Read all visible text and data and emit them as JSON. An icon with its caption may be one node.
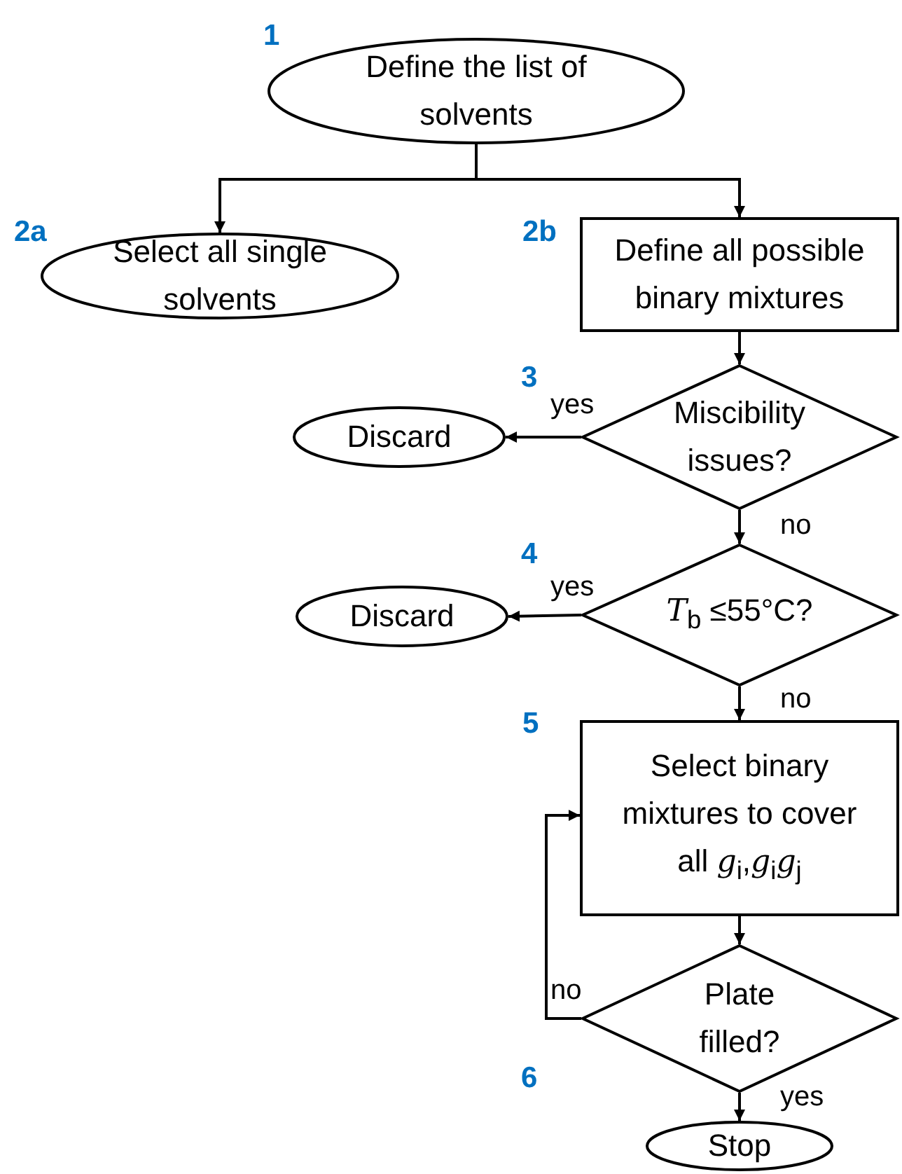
{
  "diagram": {
    "nodes": [
      {
        "text": [
          "Define the list of solvents"
        ]
      },
      {
        "text": [
          "Select all single solvents"
        ]
      },
      {
        "text": [
          "Define all possible binary mixtures"
        ]
      },
      {
        "text": [
          "Miscibility issues?"
        ]
      },
      {
        "text": [
          "Discard"
        ]
      },
      {
        "text": [
          "*T*$_{b}$ ≤55°C?"
        ]
      },
      {
        "text": [
          "Discard"
        ]
      },
      {
        "text": [
          "Select binary mixtures to cover all *g*$_{i}$,*g*$_{i}$*g*$_{j}$"
        ]
      },
      {
        "text": [
          "Plate filled?"
        ]
      },
      {
        "text": [
          "Stop"
        ]
      }
    ],
    "edges": [
      {
        "from": 0,
        "to": 1,
        "arrow": "to"
      },
      {
        "from": 0,
        "to": 2,
        "arrow": "to"
      },
      {
        "from": 2,
        "to": 3,
        "arrow": "to"
      },
      {
        "from": 3,
        "to": 4,
        "arrow": "to",
        "label": "yes"
      },
      {
        "from": 3,
        "to": 5,
        "arrow": "to",
        "label": "no"
      },
      {
        "from": 5,
        "to": 6,
        "arrow": "to",
        "label": "yes"
      },
      {
        "from": 5,
        "to": 7,
        "arrow": "to",
        "label": "no"
      },
      {
        "from": 7,
        "to": 8,
        "arrow": "to"
      },
      {
        "from": 8,
        "to": 7,
        "arrow": "to",
        "label": "no"
      },
      {
        "from": 8,
        "to": 9,
        "arrow": "to",
        "label": "yes"
      }
    ],
    "labels": [
      "1",
      "2a",
      "2b",
      "3",
      "4",
      "5",
      "6"
    ]
  }
}
